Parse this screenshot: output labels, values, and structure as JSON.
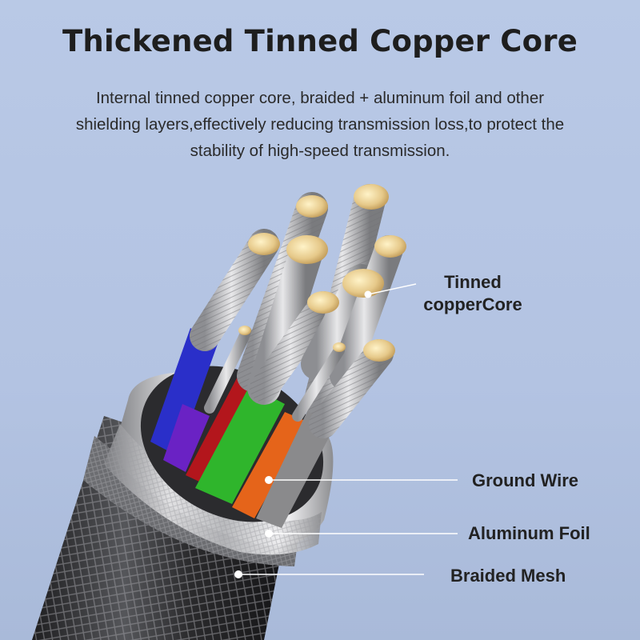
{
  "heading": {
    "title": "Thickened Tinned Copper Core",
    "description_lines": [
      "Internal tinned copper core, braided + aluminum foil and other",
      "shielding layers,effectively reducing transmission loss,to protect the",
      "stability of high-speed transmission."
    ]
  },
  "callouts": {
    "core_line1": "Tinned",
    "core_line2": "copperCore",
    "ground": "Ground Wire",
    "foil": "Aluminum Foil",
    "mesh": "Braided Mesh"
  },
  "colors": {
    "background": "#b6c6e4",
    "wire_blue": "#2a2fc9",
    "wire_purple": "#6a22c4",
    "wire_red": "#b3161c",
    "wire_green": "#2fb52c",
    "wire_orange": "#e5641a",
    "wire_grey": "#8a8a8c",
    "copper_tip": "#e6c98a",
    "foil": "#cfcfd2",
    "braid": "#3a3a3c"
  }
}
